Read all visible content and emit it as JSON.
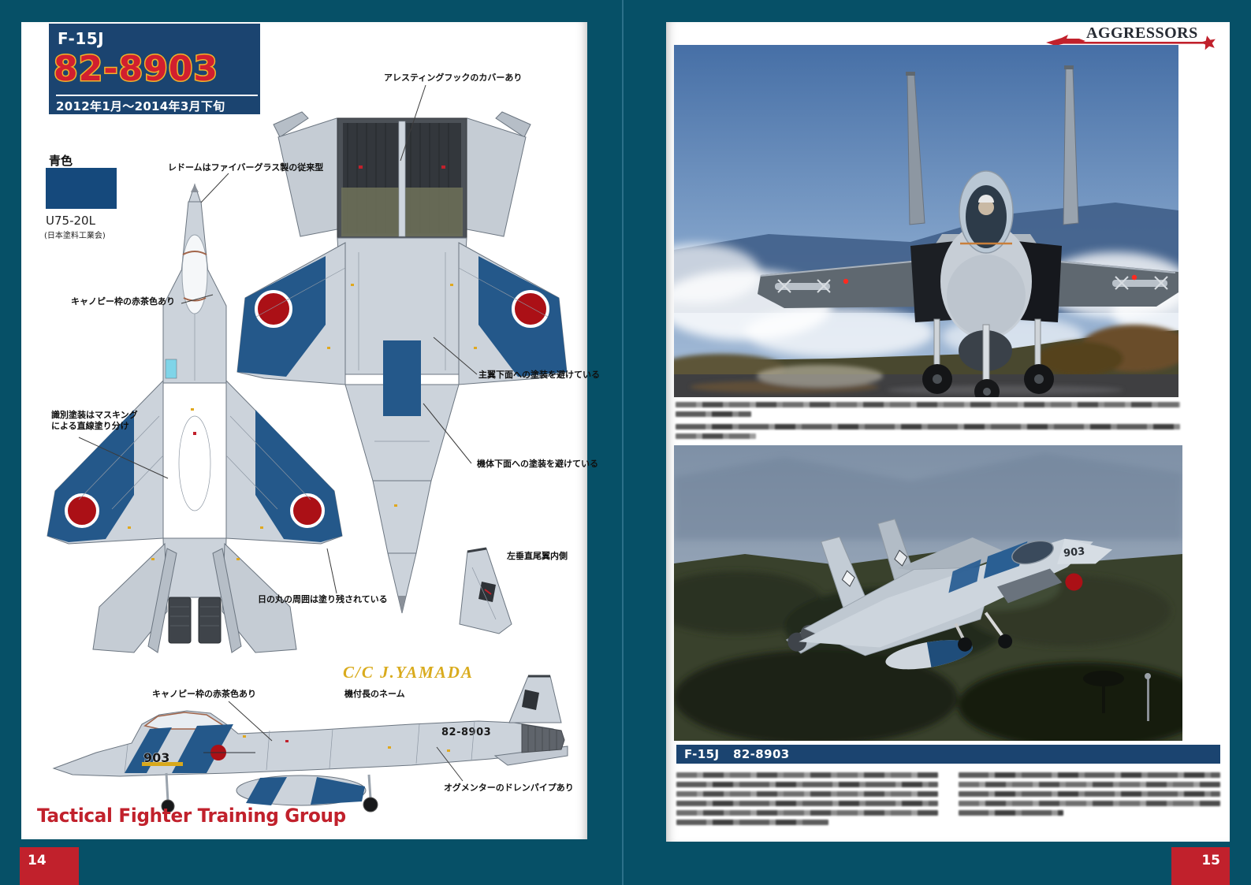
{
  "palette": {
    "background_teal": "#065067",
    "header_navy": "#1b4470",
    "accent_red": "#c1212c",
    "serial_red": "#d11f2f",
    "serial_outline_yellow": "#f0b32a",
    "paint_chip_blue": "#15497c",
    "aircraft_id_blue": "#24588a",
    "hinomaru_red": "#ab1016",
    "crew_chief_gold": "#d9ab1d"
  },
  "left_page": {
    "header": {
      "model": "F-15J",
      "serial": "82-8903",
      "period": "2012年1月～2014年3月下旬"
    },
    "paint_chip": {
      "label": "青色",
      "code": "U75-20L",
      "organization": "(日本塗料工業会)"
    },
    "annotations": {
      "radome": "レドームはファイバーグラス製の従来型",
      "arresting_hook": "アレスティングフックのカバーあり",
      "canopy_top": "キャノピー枠の赤茶色あり",
      "masking": "識別塗装はマスキングによる直線塗り分け",
      "wing_underside": "主翼下面への塗装を避けている",
      "fuselage_underside": "機体下面への塗装を避けている",
      "tail_inner": "左垂直尾翼内側",
      "hinomaru": "日の丸の周囲は塗り残されている",
      "canopy_side": "キャノピー枠の赤茶色あり",
      "crew_chief": "C/C  J.YAMADA",
      "crew_chief_note": "機付長のネーム",
      "augmenter": "オグメンターのドレンパイプあり"
    },
    "drawing_markings": {
      "nose_number": "903",
      "tail_serial": "82-8903"
    },
    "footer_title": "Tactical Fighter Training Group",
    "page_number": "14"
  },
  "right_page": {
    "brand": "AGGRESSORS",
    "info_bar": {
      "model": "F-15J",
      "serial": "82-8903"
    },
    "photo2_nose_number": "903",
    "page_number": "15"
  }
}
